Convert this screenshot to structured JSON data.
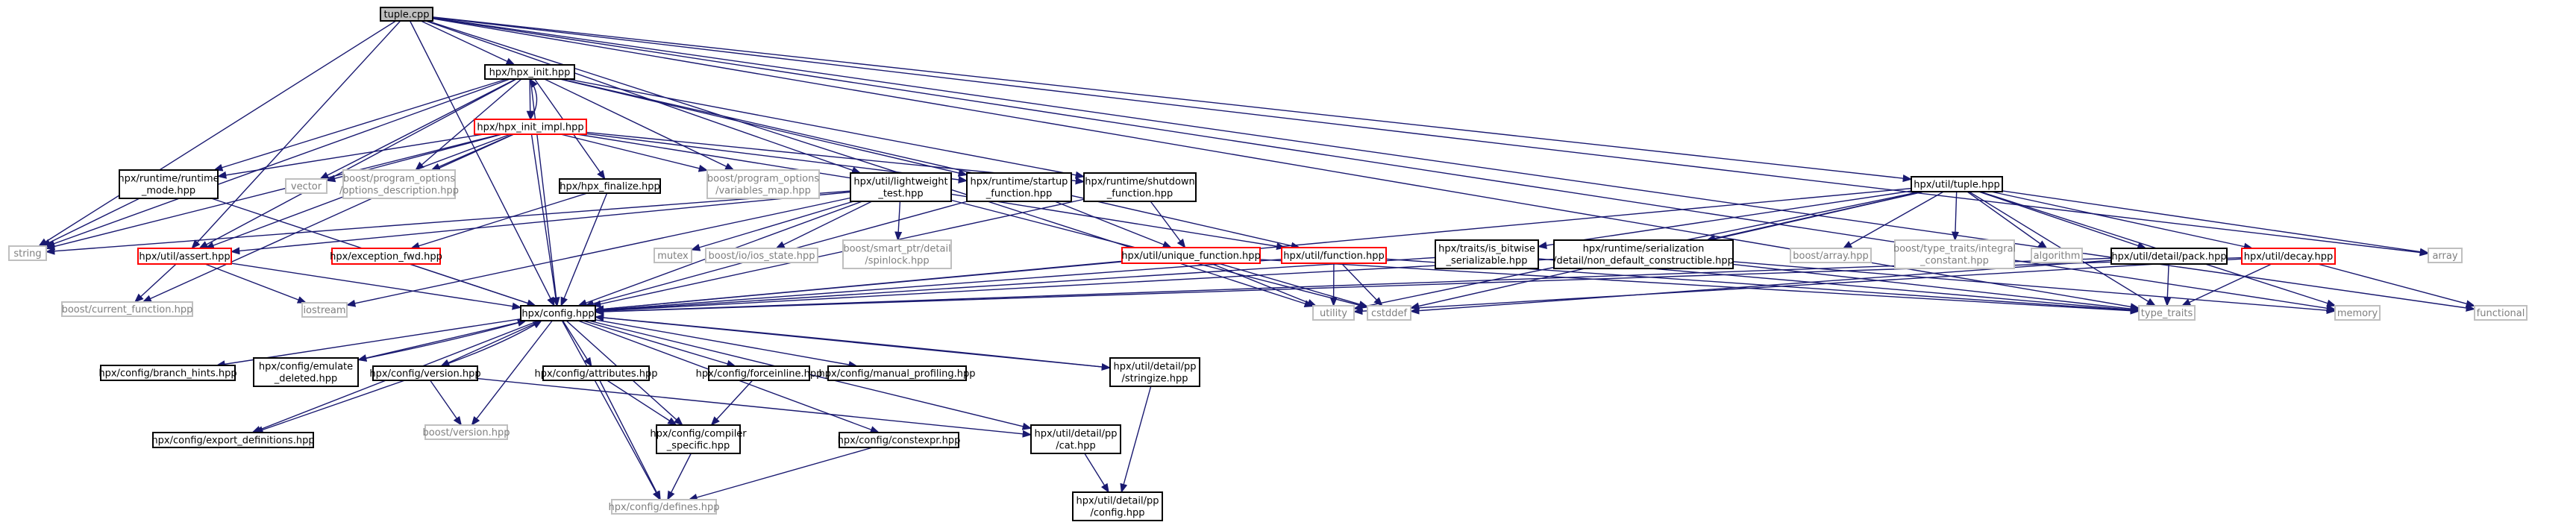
{
  "graph": {
    "colors": {
      "edge": "#191970",
      "box_default": "#000000",
      "box_red": "#ff0000",
      "box_gray": "#bfbfbf",
      "root_fill": "#bfbfbf",
      "text": "#000000",
      "text_gray": "#7f7f7f"
    },
    "nodes": [
      {
        "id": "tuple_cpp",
        "lines": [
          "tuple.cpp"
        ],
        "style": "root"
      },
      {
        "id": "hpx_init",
        "lines": [
          "hpx/hpx_init.hpp"
        ],
        "style": "default"
      },
      {
        "id": "hpx_init_impl",
        "lines": [
          "hpx/hpx_init_impl.hpp"
        ],
        "style": "red"
      },
      {
        "id": "string",
        "lines": [
          "string"
        ],
        "style": "gray"
      },
      {
        "id": "runtime_mode",
        "lines": [
          "hpx/runtime/runtime",
          "_mode.hpp"
        ],
        "style": "default"
      },
      {
        "id": "vector",
        "lines": [
          "vector"
        ],
        "style": "gray"
      },
      {
        "id": "options_desc",
        "lines": [
          "boost/program_options",
          "/options_description.hpp"
        ],
        "style": "gray"
      },
      {
        "id": "hpx_finalize",
        "lines": [
          "hpx/hpx_finalize.hpp"
        ],
        "style": "default"
      },
      {
        "id": "variables_map",
        "lines": [
          "boost/program_options",
          "/variables_map.hpp"
        ],
        "style": "gray"
      },
      {
        "id": "lightweight_test",
        "lines": [
          "hpx/util/lightweight",
          "_test.hpp"
        ],
        "style": "default"
      },
      {
        "id": "startup_function",
        "lines": [
          "hpx/runtime/startup",
          "_function.hpp"
        ],
        "style": "default"
      },
      {
        "id": "shutdown_function",
        "lines": [
          "hpx/runtime/shutdown",
          "_function.hpp"
        ],
        "style": "default"
      },
      {
        "id": "assert",
        "lines": [
          "hpx/util/assert.hpp"
        ],
        "style": "red"
      },
      {
        "id": "exception_fwd",
        "lines": [
          "hpx/exception_fwd.hpp"
        ],
        "style": "red"
      },
      {
        "id": "mutex",
        "lines": [
          "mutex"
        ],
        "style": "gray"
      },
      {
        "id": "ios_state",
        "lines": [
          "boost/io/ios_state.hpp"
        ],
        "style": "gray"
      },
      {
        "id": "spinlock",
        "lines": [
          "boost/smart_ptr/detail",
          "/spinlock.hpp"
        ],
        "style": "gray"
      },
      {
        "id": "unique_function",
        "lines": [
          "hpx/util/unique_function.hpp"
        ],
        "style": "red"
      },
      {
        "id": "function",
        "lines": [
          "hpx/util/function.hpp"
        ],
        "style": "red"
      },
      {
        "id": "tuple_hpp",
        "lines": [
          "hpx/util/tuple.hpp"
        ],
        "style": "default"
      },
      {
        "id": "is_bitwise",
        "lines": [
          "hpx/traits/is_bitwise",
          "_serializable.hpp"
        ],
        "style": "default"
      },
      {
        "id": "non_default",
        "lines": [
          "hpx/runtime/serialization",
          "/detail/non_default_constructible.hpp"
        ],
        "style": "default"
      },
      {
        "id": "boost_array",
        "lines": [
          "boost/array.hpp"
        ],
        "style": "gray"
      },
      {
        "id": "integral_constant",
        "lines": [
          "boost/type_traits/integral",
          "_constant.hpp"
        ],
        "style": "gray"
      },
      {
        "id": "algorithm",
        "lines": [
          "algorithm"
        ],
        "style": "gray"
      },
      {
        "id": "pack",
        "lines": [
          "hpx/util/detail/pack.hpp"
        ],
        "style": "default"
      },
      {
        "id": "decay",
        "lines": [
          "hpx/util/decay.hpp"
        ],
        "style": "red"
      },
      {
        "id": "array",
        "lines": [
          "array"
        ],
        "style": "gray"
      },
      {
        "id": "current_function",
        "lines": [
          "boost/current_function.hpp"
        ],
        "style": "gray"
      },
      {
        "id": "iostream",
        "lines": [
          "iostream"
        ],
        "style": "gray"
      },
      {
        "id": "config",
        "lines": [
          "hpx/config.hpp"
        ],
        "style": "default"
      },
      {
        "id": "utility",
        "lines": [
          "utility"
        ],
        "style": "gray"
      },
      {
        "id": "cstddef",
        "lines": [
          "cstddef"
        ],
        "style": "gray"
      },
      {
        "id": "type_traits",
        "lines": [
          "type_traits"
        ],
        "style": "gray"
      },
      {
        "id": "memory",
        "lines": [
          "memory"
        ],
        "style": "gray"
      },
      {
        "id": "functional",
        "lines": [
          "functional"
        ],
        "style": "gray"
      },
      {
        "id": "branch_hints",
        "lines": [
          "hpx/config/branch_hints.hpp"
        ],
        "style": "default"
      },
      {
        "id": "emulate_deleted",
        "lines": [
          "hpx/config/emulate",
          "_deleted.hpp"
        ],
        "style": "default"
      },
      {
        "id": "version_hpp",
        "lines": [
          "hpx/config/version.hpp"
        ],
        "style": "default"
      },
      {
        "id": "attributes",
        "lines": [
          "hpx/config/attributes.hpp"
        ],
        "style": "default"
      },
      {
        "id": "forceinline",
        "lines": [
          "hpx/config/forceinline.hpp"
        ],
        "style": "default"
      },
      {
        "id": "manual_profiling",
        "lines": [
          "hpx/config/manual_profiling.hpp"
        ],
        "style": "default"
      },
      {
        "id": "stringize",
        "lines": [
          "hpx/util/detail/pp",
          "/stringize.hpp"
        ],
        "style": "default"
      },
      {
        "id": "boost_version",
        "lines": [
          "boost/version.hpp"
        ],
        "style": "gray"
      },
      {
        "id": "export_definitions",
        "lines": [
          "hpx/config/export_definitions.hpp"
        ],
        "style": "default"
      },
      {
        "id": "compiler_specific",
        "lines": [
          "hpx/config/compiler",
          "_specific.hpp"
        ],
        "style": "default"
      },
      {
        "id": "constexpr",
        "lines": [
          "hpx/config/constexpr.hpp"
        ],
        "style": "default"
      },
      {
        "id": "pp_cat",
        "lines": [
          "hpx/util/detail/pp",
          "/cat.hpp"
        ],
        "style": "default"
      },
      {
        "id": "pp_config",
        "lines": [
          "hpx/util/detail/pp",
          "/config.hpp"
        ],
        "style": "default"
      },
      {
        "id": "defines",
        "lines": [
          "hpx/config/defines.hpp"
        ],
        "style": "gray"
      }
    ],
    "edges": [
      [
        "tuple_cpp",
        "hpx_init"
      ],
      [
        "tuple_cpp",
        "string"
      ],
      [
        "tuple_cpp",
        "lightweight_test"
      ],
      [
        "tuple_cpp",
        "tuple_hpp"
      ],
      [
        "tuple_cpp",
        "array"
      ],
      [
        "tuple_cpp",
        "utility"
      ],
      [
        "tuple_cpp",
        "type_traits"
      ],
      [
        "tuple_cpp",
        "functional"
      ],
      [
        "tuple_cpp",
        "config"
      ],
      [
        "tuple_cpp",
        "memory"
      ],
      [
        "tuple_cpp",
        "assert"
      ],
      [
        "hpx_init",
        "hpx_init_impl"
      ],
      [
        "hpx_init",
        "string"
      ],
      [
        "hpx_init",
        "runtime_mode"
      ],
      [
        "hpx_init",
        "vector"
      ],
      [
        "hpx_init",
        "options_desc"
      ],
      [
        "hpx_init",
        "hpx_finalize"
      ],
      [
        "hpx_init",
        "variables_map"
      ],
      [
        "hpx_init",
        "startup_function"
      ],
      [
        "hpx_init",
        "shutdown_function"
      ],
      [
        "hpx_init",
        "function"
      ],
      [
        "hpx_init",
        "config"
      ],
      [
        "hpx_init",
        "assert"
      ],
      [
        "hpx_init_impl",
        "hpx_init"
      ],
      [
        "hpx_init_impl",
        "string"
      ],
      [
        "hpx_init_impl",
        "runtime_mode"
      ],
      [
        "hpx_init_impl",
        "vector"
      ],
      [
        "hpx_init_impl",
        "options_desc"
      ],
      [
        "hpx_init_impl",
        "variables_map"
      ],
      [
        "hpx_init_impl",
        "startup_function"
      ],
      [
        "hpx_init_impl",
        "shutdown_function"
      ],
      [
        "hpx_init_impl",
        "function"
      ],
      [
        "hpx_init_impl",
        "assert"
      ],
      [
        "hpx_init_impl",
        "current_function"
      ],
      [
        "hpx_init_impl",
        "config"
      ],
      [
        "runtime_mode",
        "string"
      ],
      [
        "runtime_mode",
        "config"
      ],
      [
        "hpx_finalize",
        "exception_fwd"
      ],
      [
        "hpx_finalize",
        "config"
      ],
      [
        "lightweight_test",
        "string"
      ],
      [
        "lightweight_test",
        "assert"
      ],
      [
        "lightweight_test",
        "mutex"
      ],
      [
        "lightweight_test",
        "ios_state"
      ],
      [
        "lightweight_test",
        "spinlock"
      ],
      [
        "lightweight_test",
        "iostream"
      ],
      [
        "lightweight_test",
        "config"
      ],
      [
        "lightweight_test",
        "cstddef"
      ],
      [
        "startup_function",
        "unique_function"
      ],
      [
        "startup_function",
        "config"
      ],
      [
        "shutdown_function",
        "unique_function"
      ],
      [
        "shutdown_function",
        "config"
      ],
      [
        "assert",
        "current_function"
      ],
      [
        "assert",
        "iostream"
      ],
      [
        "assert",
        "config"
      ],
      [
        "exception_fwd",
        "config"
      ],
      [
        "unique_function",
        "config"
      ],
      [
        "unique_function",
        "utility"
      ],
      [
        "unique_function",
        "cstddef"
      ],
      [
        "unique_function",
        "type_traits"
      ],
      [
        "function",
        "config"
      ],
      [
        "function",
        "utility"
      ],
      [
        "function",
        "cstddef"
      ],
      [
        "function",
        "type_traits"
      ],
      [
        "tuple_hpp",
        "is_bitwise"
      ],
      [
        "tuple_hpp",
        "non_default"
      ],
      [
        "tuple_hpp",
        "boost_array"
      ],
      [
        "tuple_hpp",
        "integral_constant"
      ],
      [
        "tuple_hpp",
        "algorithm"
      ],
      [
        "tuple_hpp",
        "pack"
      ],
      [
        "tuple_hpp",
        "decay"
      ],
      [
        "tuple_hpp",
        "array"
      ],
      [
        "tuple_hpp",
        "utility"
      ],
      [
        "tuple_hpp",
        "cstddef"
      ],
      [
        "tuple_hpp",
        "type_traits"
      ],
      [
        "tuple_hpp",
        "config"
      ],
      [
        "tuple_hpp",
        "memory"
      ],
      [
        "is_bitwise",
        "config"
      ],
      [
        "is_bitwise",
        "type_traits"
      ],
      [
        "non_default",
        "config"
      ],
      [
        "non_default",
        "memory"
      ],
      [
        "non_default",
        "type_traits"
      ],
      [
        "pack",
        "config"
      ],
      [
        "pack",
        "cstddef"
      ],
      [
        "pack",
        "type_traits"
      ],
      [
        "decay",
        "config"
      ],
      [
        "decay",
        "functional"
      ],
      [
        "decay",
        "utility"
      ],
      [
        "decay",
        "type_traits"
      ],
      [
        "config",
        "branch_hints"
      ],
      [
        "config",
        "emulate_deleted"
      ],
      [
        "config",
        "version_hpp"
      ],
      [
        "config",
        "attributes"
      ],
      [
        "config",
        "forceinline"
      ],
      [
        "config",
        "manual_profiling"
      ],
      [
        "config",
        "stringize"
      ],
      [
        "config",
        "boost_version"
      ],
      [
        "config",
        "export_definitions"
      ],
      [
        "config",
        "compiler_specific"
      ],
      [
        "config",
        "constexpr"
      ],
      [
        "config",
        "pp_cat"
      ],
      [
        "config",
        "defines"
      ],
      [
        "emulate_deleted",
        "config"
      ],
      [
        "version_hpp",
        "config"
      ],
      [
        "stringize",
        "config"
      ],
      [
        "version_hpp",
        "export_definitions"
      ],
      [
        "version_hpp",
        "boost_version"
      ],
      [
        "version_hpp",
        "pp_cat"
      ],
      [
        "attributes",
        "compiler_specific"
      ],
      [
        "attributes",
        "defines"
      ],
      [
        "forceinline",
        "compiler_specific"
      ],
      [
        "compiler_specific",
        "defines"
      ],
      [
        "constexpr",
        "defines"
      ],
      [
        "stringize",
        "pp_config"
      ],
      [
        "pp_cat",
        "pp_config"
      ]
    ]
  }
}
